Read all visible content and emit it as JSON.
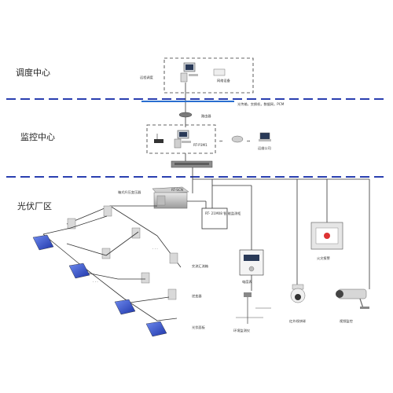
{
  "zones": {
    "dispatch": "调度中心",
    "monitor": "监控中心",
    "pvarea": "光伏厂区"
  },
  "labels": {
    "remote_dispatch": "远程调度",
    "net_device": "网络设备",
    "transport_note": "光传输，交换机，数据网，PCM",
    "router": "路由器",
    "rt_p3m1": "RT-P3M1",
    "maintenance": "运维公司",
    "box_transformer": "箱式升压变压器",
    "rt_scn": "RT-SCN",
    "device_box": "RT-\n21M08 智\n能监测柜",
    "combiner": "交流汇流箱",
    "inverter": "逆变器",
    "pv_array": "光伏面板",
    "meter": "电度表",
    "env_monitor": "环境监测仪",
    "fire_alarm": "火灾报警",
    "infrared_cam": "红外线快球",
    "video_cam": "视频监控"
  },
  "colors": {
    "divider": "#2a3fb0",
    "bus": "#2a6fd0",
    "panel_blue": "#2f4fc9",
    "line": "#333333"
  }
}
